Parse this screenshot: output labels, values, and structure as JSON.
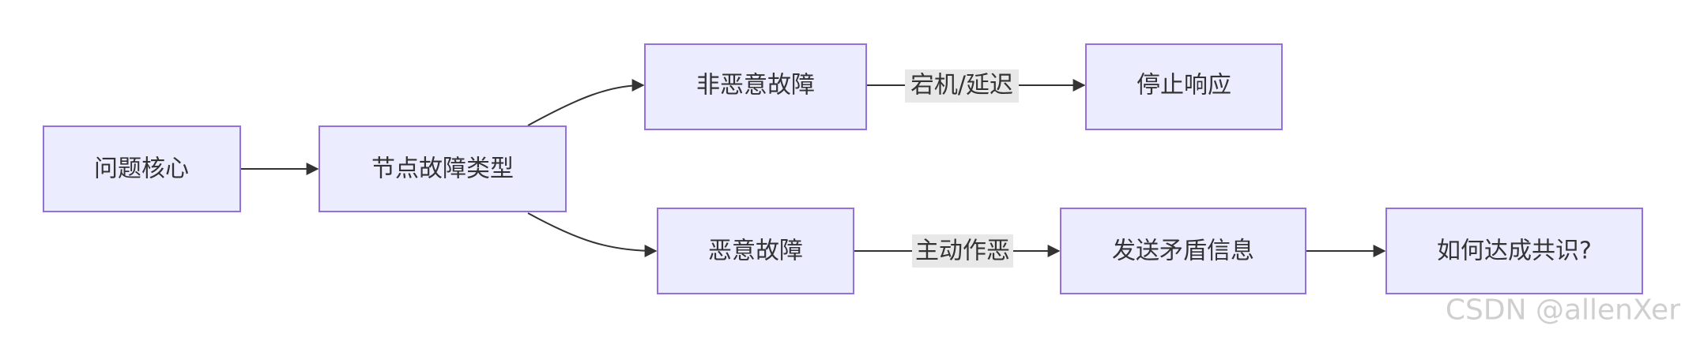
{
  "nodes": {
    "core": "问题核心",
    "fault_type": "节点故障类型",
    "non_malicious": "非恶意故障",
    "stop_response": "停止响应",
    "malicious": "恶意故障",
    "send_conflict": "发送矛盾信息",
    "consensus": "如何达成共识?"
  },
  "edges": {
    "crash_delay": "宕机/延迟",
    "active_evil": "主动作恶"
  },
  "watermark": "CSDN @allenXer",
  "colors": {
    "node_fill": "#ECECFF",
    "node_border": "#9370DB",
    "edge": "#333333",
    "edge_label_bg": "#E8E8E8",
    "text": "#333333",
    "watermark": "#CFCFCF"
  }
}
